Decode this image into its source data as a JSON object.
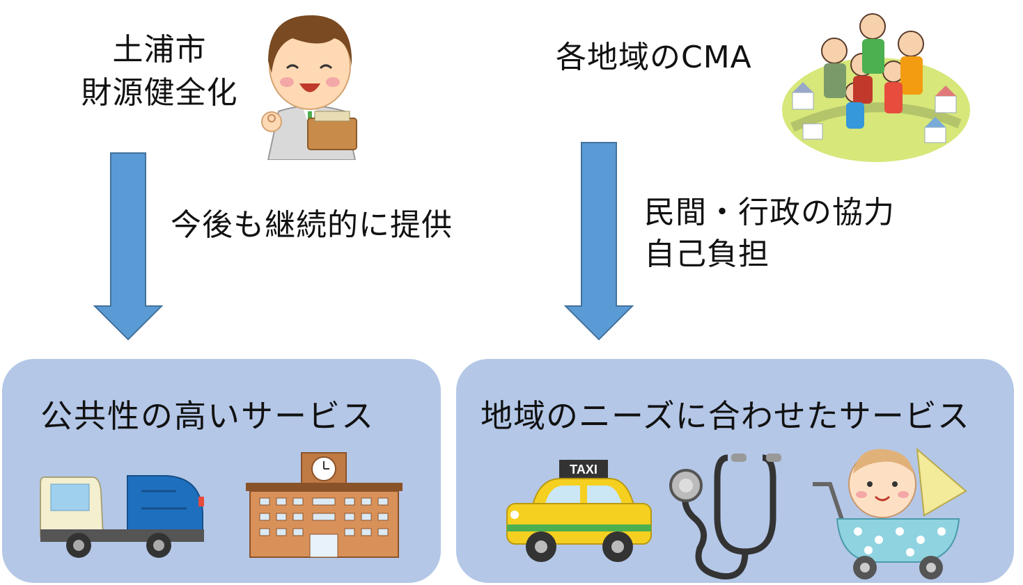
{
  "left": {
    "label_line1": "土浦市",
    "label_line2": "財源健全化",
    "arrow_caption": "今後も継続的に提供",
    "panel_title": "公共性の高いサービス",
    "icons": [
      "businessman-with-wallet-icon",
      "garbage-truck-icon",
      "school-building-icon"
    ]
  },
  "right": {
    "label": "各地域のCMA",
    "arrow_caption_line1": "民間・行政の協力",
    "arrow_caption_line2": "自己負担",
    "panel_title": "地域のニーズに合わせたサービス",
    "taxi_sign": "TAXI",
    "icons": [
      "community-people-icon",
      "taxi-icon",
      "stethoscope-icon",
      "baby-stroller-icon"
    ]
  },
  "colors": {
    "arrow_fill": "#5b9bd5",
    "arrow_stroke": "#41719c",
    "panel_fill": "#b4c7e7"
  }
}
